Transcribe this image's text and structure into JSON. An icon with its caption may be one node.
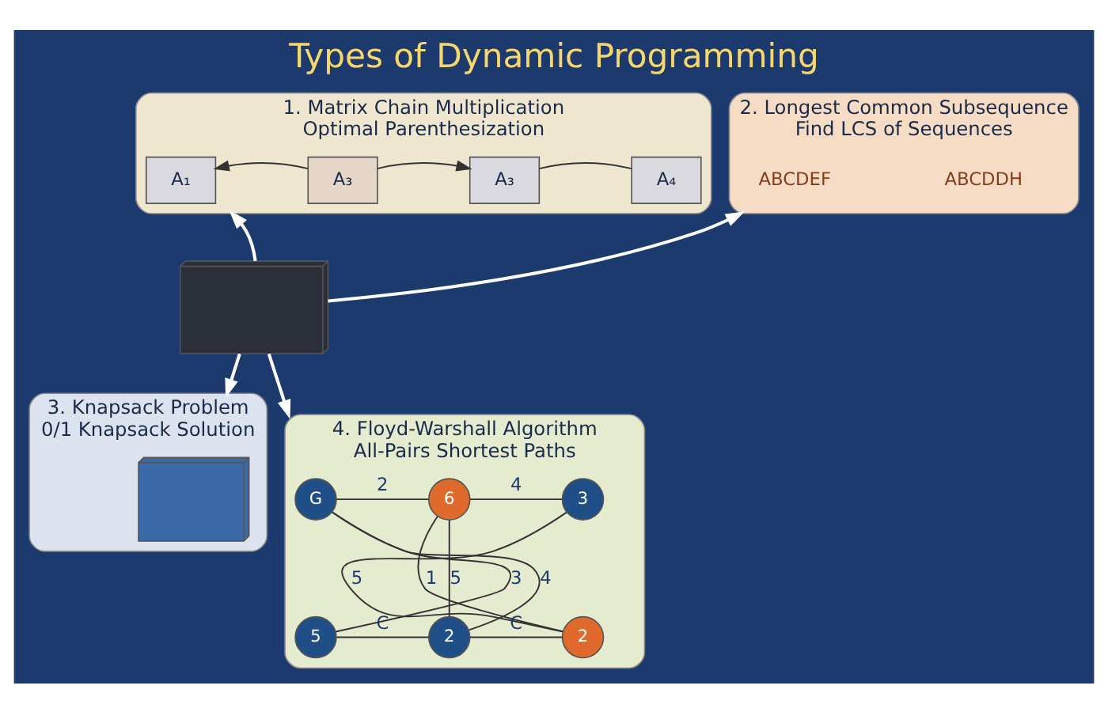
{
  "diagram": {
    "title": "Types of Dynamic Programming",
    "nodes": [
      {
        "text": [
          "1. Matrix Chain Multiplication",
          "Optimal Parenthesization"
        ]
      },
      {
        "text": [
          "A₁"
        ],
        "in": 0
      },
      {
        "text": [
          "A₃"
        ],
        "in": 0
      },
      {
        "text": [
          "A₃"
        ],
        "in": 0
      },
      {
        "text": [
          "A₄"
        ],
        "in": 0
      },
      {
        "text": [
          "2. Longest Common Subsequence",
          "Find LCS of Sequences"
        ]
      },
      {
        "text": [],
        "shape": "picture"
      },
      {
        "text": [
          "3. Knapsack Problem",
          "0/1 Knapsack Solution"
        ]
      },
      {
        "text": [],
        "shape": "picture",
        "in": 7
      },
      {
        "text": [
          "4. Floyd-Warshall Algorithm",
          "All-Pairs Shortest Paths"
        ]
      },
      {
        "text": [
          "G"
        ],
        "in": 9
      },
      {
        "text": [
          "6"
        ],
        "in": 9
      },
      {
        "text": [
          "3"
        ],
        "in": 9
      },
      {
        "text": [
          "5"
        ],
        "in": 9
      },
      {
        "text": [
          "2"
        ],
        "in": 9
      },
      {
        "text": [
          "2"
        ],
        "in": 9
      }
    ],
    "edges": [
      {
        "from": 2,
        "to": 1,
        "arrow": "to"
      },
      {
        "from": 2,
        "to": 3,
        "arrow": "to"
      },
      {
        "from": 3,
        "to": 4,
        "arrow": "none"
      },
      {
        "from": 6,
        "to": 0,
        "arrow": "to",
        "color": "#ffffff"
      },
      {
        "from": 6,
        "to": 5,
        "arrow": "to",
        "color": "#ffffff"
      },
      {
        "from": 6,
        "to": 7,
        "arrow": "to",
        "color": "#ffffff"
      },
      {
        "from": 6,
        "to": 9,
        "arrow": "to",
        "color": "#ffffff"
      },
      {
        "from": 10,
        "to": 11,
        "arrow": "none",
        "label": "2"
      },
      {
        "from": 11,
        "to": 12,
        "arrow": "none",
        "label": "4"
      },
      {
        "from": 10,
        "to": 13,
        "arrow": "none",
        "label": "3"
      },
      {
        "from": 10,
        "to": 14,
        "arrow": "none",
        "label": "4"
      },
      {
        "from": 14,
        "to": 11,
        "arrow": "none",
        "label": "5"
      },
      {
        "from": 11,
        "to": 15,
        "arrow": "none",
        "label": "1"
      },
      {
        "from": 12,
        "to": 15,
        "arrow": "none",
        "label": "5"
      },
      {
        "from": 13,
        "to": 14,
        "arrow": "none",
        "label": "C"
      },
      {
        "from": 14,
        "to": 15,
        "arrow": "none",
        "label": "C"
      }
    ],
    "labels": [
      "ABCDEF",
      "ABCDDH"
    ]
  }
}
